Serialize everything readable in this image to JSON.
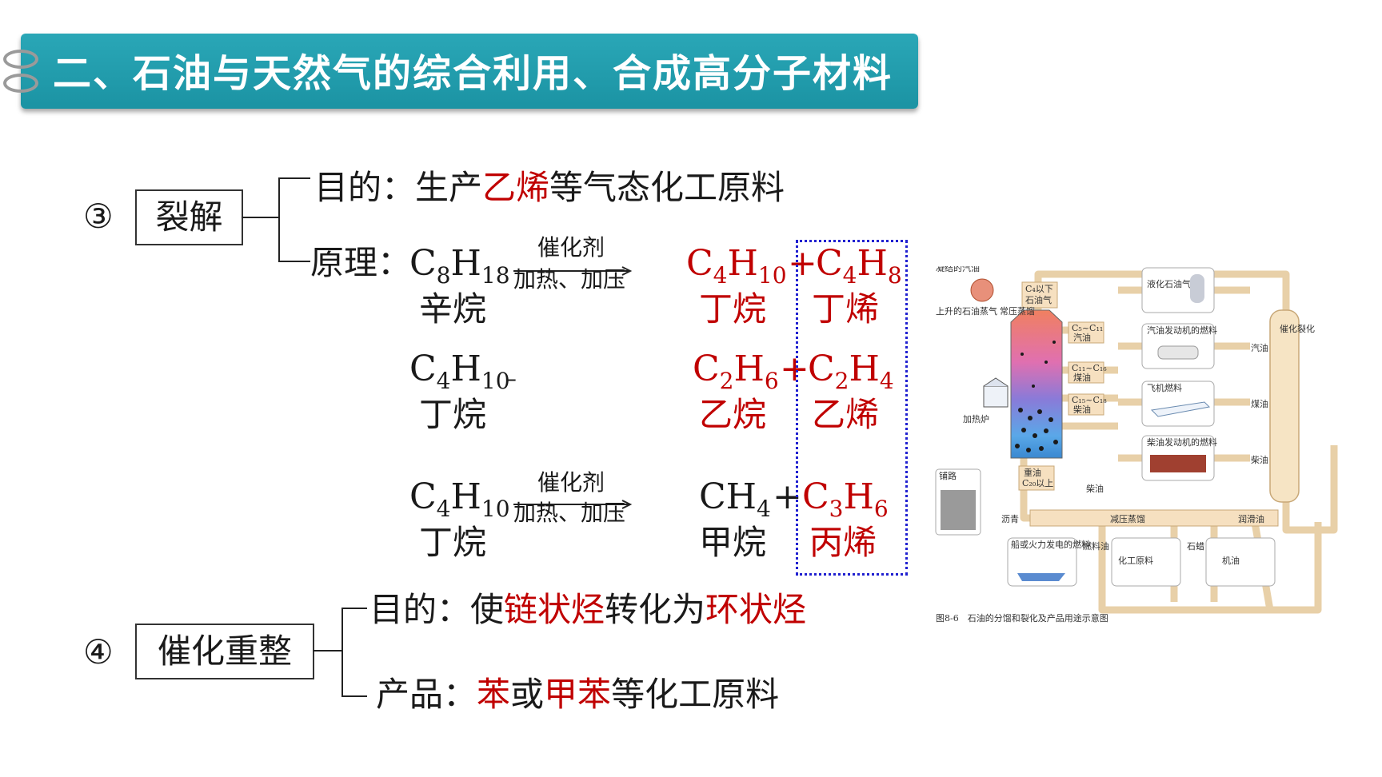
{
  "header": {
    "title": "二、石油与天然气的综合利用、合成高分子材料"
  },
  "cracking": {
    "index": "③",
    "label": "裂解",
    "purpose": {
      "prefix": "目的：生产",
      "highlight": "乙烯",
      "suffix": "等气态化工原料"
    },
    "principle_label": "原理：",
    "reactions": [
      {
        "reactant": {
          "f": [
            "C",
            "8",
            "H",
            "18"
          ],
          "name": "辛烷"
        },
        "condition_top": "催化剂",
        "condition_bottom": "加热、加压",
        "p1": {
          "f": [
            "C",
            "4",
            "H",
            "10"
          ],
          "name": "丁烷"
        },
        "plus": "+",
        "p2": {
          "f": [
            "C",
            "4",
            "H",
            "8"
          ],
          "name": "丁烯"
        }
      },
      {
        "reactant": {
          "f": [
            "C",
            "4",
            "H",
            "10"
          ],
          "name": "丁烷"
        },
        "arrow_text": "–",
        "p1": {
          "f": [
            "C",
            "2",
            "H",
            "6"
          ],
          "name": "乙烷"
        },
        "plus": "+",
        "p2": {
          "f": [
            "C",
            "2",
            "H",
            "4"
          ],
          "name": "乙烯"
        }
      },
      {
        "reactant": {
          "f": [
            "C",
            "4",
            "H",
            "10"
          ],
          "name": "丁烷"
        },
        "condition_top": "催化剂",
        "condition_bottom": "加热、加压",
        "p1": {
          "f": [
            "CH",
            "4"
          ],
          "name": "甲烷"
        },
        "plus": "+",
        "p2": {
          "f": [
            "C",
            "3",
            "H",
            "6"
          ],
          "name": "丙烯"
        }
      }
    ]
  },
  "reforming": {
    "index": "④",
    "label": "催化重整",
    "purpose": {
      "prefix": "目的：使",
      "h1": "链状烃",
      "mid": "转化为",
      "h2": "环状烃"
    },
    "product": {
      "prefix": "产品：",
      "h1": "苯",
      "mid": "或",
      "h2": "甲苯",
      "suffix": "等化工原料"
    }
  },
  "diagram": {
    "caption": "图8-6　石油的分馏和裂化及产品用途示意图",
    "labels": {
      "condensed": "凝结的汽油",
      "rising": "上升的石油蒸气",
      "heater": "加热炉",
      "c4": "C₄以下",
      "c4b": "石油气",
      "column": "常压蒸馏",
      "f1": "C₅~C₁₁",
      "f1b": "汽油",
      "f2": "C₁₁~C₁₆",
      "f2b": "煤油",
      "f3": "C₁₅~C₁₈",
      "f3b": "柴油",
      "heavy": "重油",
      "heavyb": "C₂₀以上",
      "lpg": "液化石油气",
      "car": "汽油发动机的燃料",
      "plane": "飞机燃料",
      "train": "柴油发动机的燃料",
      "gasoline": "汽油",
      "kerosene": "煤油",
      "diesel": "柴油",
      "lube": "润滑油",
      "cracking": "催化裂化",
      "road": "铺路",
      "asphalt": "沥青",
      "vacuum": "减压蒸馏",
      "diesel2": "柴油",
      "ship": "船或火力发电的燃料",
      "fuel": "燃料油",
      "chem": "化工原料",
      "wax": "石蜡",
      "oil": "机油"
    }
  }
}
